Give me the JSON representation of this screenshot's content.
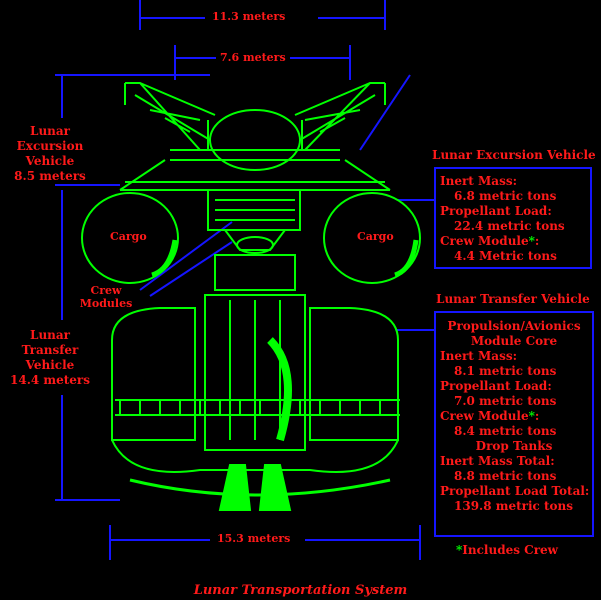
{
  "dimensions": {
    "top_width": "11.3 meters",
    "inner_width": "7.6 meters",
    "bottom_width": "15.3 meters"
  },
  "left_labels": {
    "lev": [
      "Lunar",
      "Excursion",
      "Vehicle",
      "8.5 meters"
    ],
    "ltv": [
      "Lunar",
      "Transfer",
      "Vehicle",
      "14.4 meters"
    ]
  },
  "cargo_label": "Cargo",
  "crew_modules_label": [
    "Crew",
    "Modules"
  ],
  "lev_panel": {
    "title": "Lunar Excursion Vehicle",
    "inert_mass_label": "Inert Mass:",
    "inert_mass_value": "6.8 metric tons",
    "propellant_label": "Propellant Load:",
    "propellant_value": "22.4 metric tons",
    "crew_label": "Crew Module",
    "crew_value": "4.4 Metric tons"
  },
  "ltv_panel": {
    "title": "Lunar Transfer Vehicle",
    "core_heading": [
      "Propulsion/Avionics",
      "Module Core"
    ],
    "inert_mass_label": "Inert Mass:",
    "inert_mass_value": "8.1 metric tons",
    "propellant_label": "Propellant Load:",
    "propellant_value": "7.0 metric tons",
    "crew_label": "Crew Module",
    "crew_value": "8.4 metric tons",
    "drop_tanks_heading": "Drop Tanks",
    "drop_inert_label": "Inert Mass Total:",
    "drop_inert_value": "8.8 metric tons",
    "drop_prop_label": "Propellant Load Total:",
    "drop_prop_value": "139.8 metric tons"
  },
  "footnote": "Includes Crew",
  "caption": "Lunar Transportation System",
  "colors": {
    "structure": "#00ff00",
    "dimension_lines": "#1515ff",
    "text": "#ff1a1a"
  }
}
